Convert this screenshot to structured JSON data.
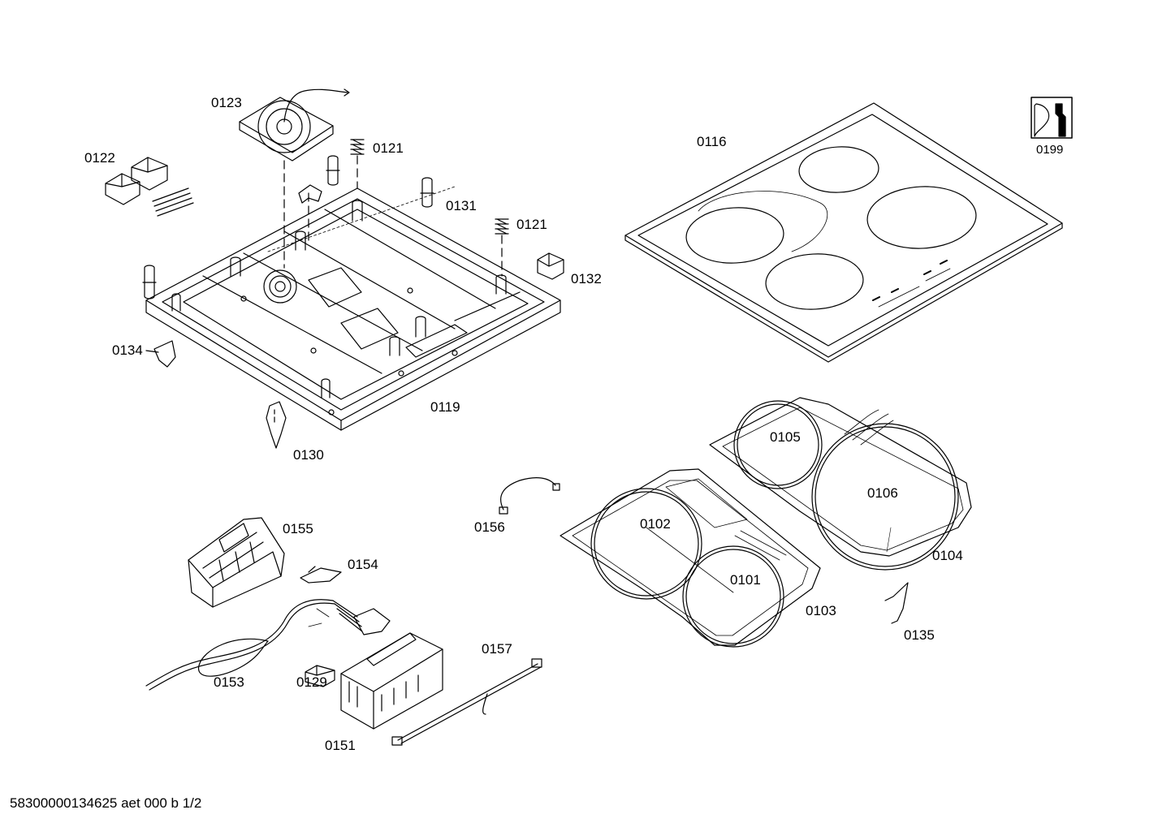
{
  "labels": {
    "p0101": "0101",
    "p0102": "0102",
    "p0103": "0103",
    "p0104": "0104",
    "p0105": "0105",
    "p0106": "0106",
    "p0116": "0116",
    "p0119": "0119",
    "p0121a": "0121",
    "p0121b": "0121",
    "p0122": "0122",
    "p0123": "0123",
    "p0129": "0129",
    "p0130": "0130",
    "p0131": "0131",
    "p0132": "0132",
    "p0134": "0134",
    "p0135": "0135",
    "p0151": "0151",
    "p0153": "0153",
    "p0154": "0154",
    "p0155": "0155",
    "p0156": "0156",
    "p0157": "0157",
    "p0199": "0199"
  },
  "footer": "58300000134625 aet 000 b 1/2",
  "icons": {
    "tools": "wrench-screwdriver-icon"
  },
  "colors": {
    "line": "#000000",
    "background": "#ffffff"
  }
}
